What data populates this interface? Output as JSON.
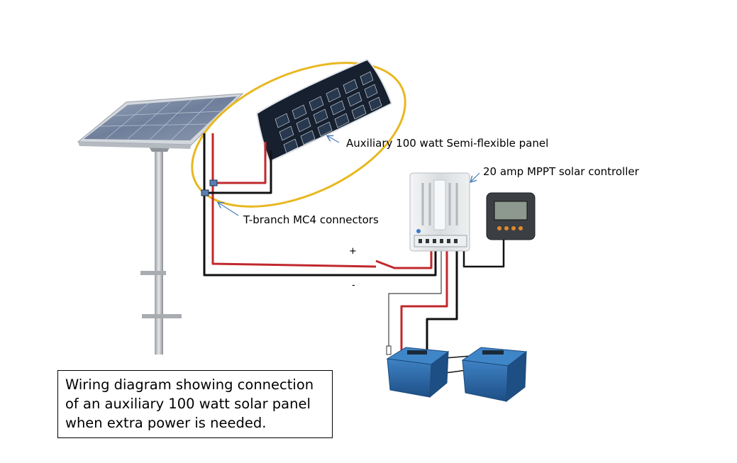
{
  "labels": {
    "aux_panel": "Auxiliary 100 watt Semi-flexible panel",
    "controller": "20 amp MPPT solar controller",
    "connectors": "T-branch MC4 connectors",
    "plus": "+",
    "minus": "-"
  },
  "caption": {
    "line1": "Wiring diagram showing connection",
    "line2": "of an auxiliary 100 watt solar panel",
    "line3": "when extra power is needed."
  },
  "colors": {
    "positive_wire": "#c0282c",
    "negative_wire": "#111111",
    "highlight_ellipse": "#e8b820",
    "callout_arrow": "#4a7ebb",
    "battery": "#2c6aa8",
    "connector": "#5b7fb0"
  },
  "components": [
    "pole-mounted-solar-panel",
    "semi-flexible-panel",
    "mppt-controller",
    "remote-meter-display",
    "battery",
    "battery"
  ]
}
